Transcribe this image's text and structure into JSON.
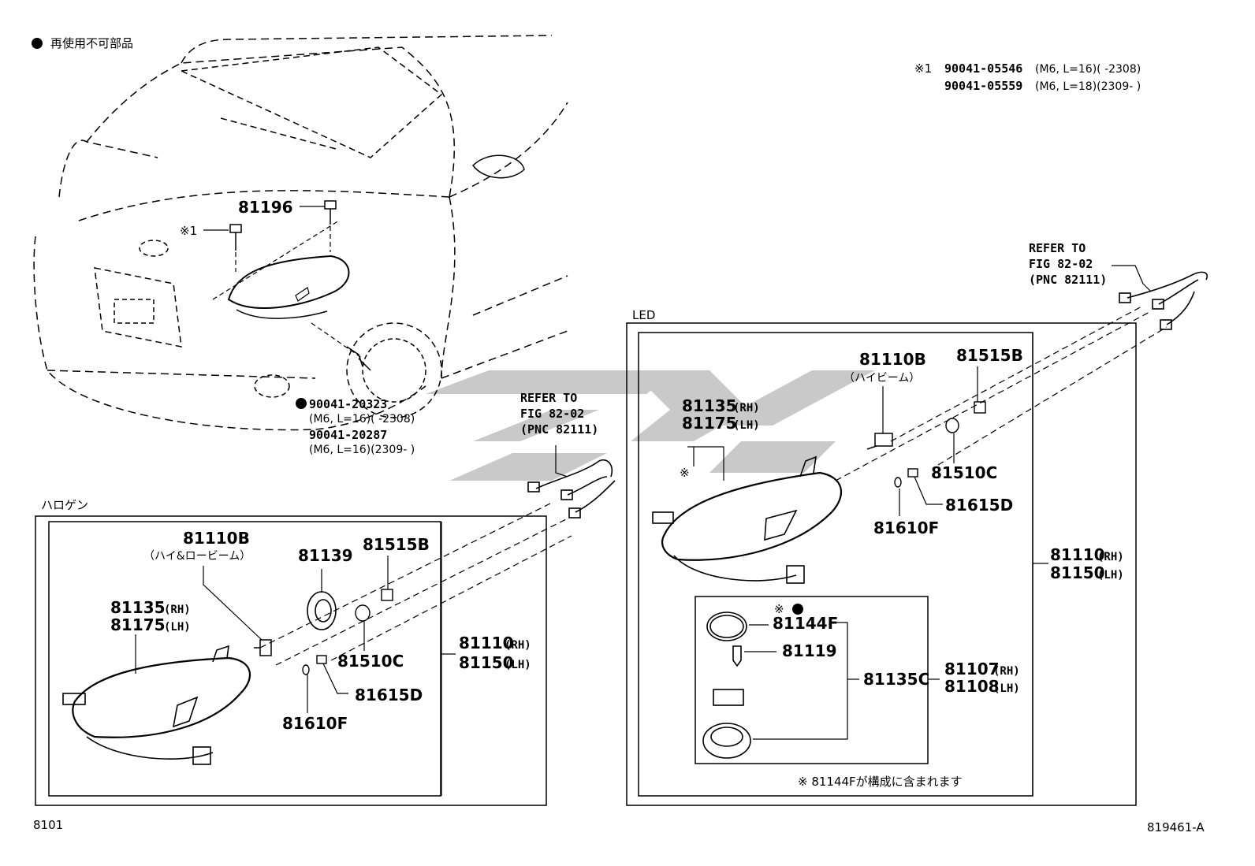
{
  "legend_note": "再使用不可部品",
  "top_note": {
    "marker": "※1",
    "line1_part": "90041-05546",
    "line1_spec": "(M6, L=16)(      -2308)",
    "line2_part": "90041-05559",
    "line2_spec": "(M6, L=18)(2309-      )"
  },
  "vehicle": {
    "p81196": "81196",
    "marker1": "※1",
    "bolt1_part": "90041-20323",
    "bolt1_spec": "(M6, L=16)(      -2308)",
    "bolt2_part": "90041-20287",
    "bolt2_spec": "(M6, L=16)(2309-      )"
  },
  "refer_left": {
    "line1": "REFER TO",
    "line2": "FIG 82-02",
    "line3": "(PNC 82111)"
  },
  "refer_right": {
    "line1": "REFER TO",
    "line2": "FIG 82-02",
    "line3": "(PNC 82111)"
  },
  "halogen": {
    "section_label": "ハロゲン",
    "p81110b": "81110B",
    "p81110b_note": "（ハイ&ロービーム）",
    "p81139": "81139",
    "p81515b": "81515B",
    "p81135": "81135",
    "p81175": "81175",
    "rh": "(RH)",
    "lh": "(LH)",
    "p81510c": "81510C",
    "p81615d": "81615D",
    "p81610f": "81610F",
    "p81110": "81110",
    "p81150": "81150"
  },
  "led": {
    "section_label": "LED",
    "p81110b": "81110B",
    "p81110b_note": "（ハイビーム）",
    "p81515b": "81515B",
    "p81135": "81135",
    "p81175": "81175",
    "rh": "(RH)",
    "lh": "(LH)",
    "star": "※",
    "p81510c": "81510C",
    "p81615d": "81615D",
    "p81610f": "81610F",
    "p81110": "81110",
    "p81150": "81150",
    "p81144f_marker": "※",
    "p81144f": "81144F",
    "p81119": "81119",
    "p81135c": "81135C",
    "p81107": "81107",
    "p81108": "81108",
    "footnote": "※  81144Fが構成に含まれます"
  },
  "footer": {
    "left": "8101",
    "right": "819461-A"
  },
  "colors": {
    "line": "#000000",
    "watermark": "#c8c8c8"
  }
}
